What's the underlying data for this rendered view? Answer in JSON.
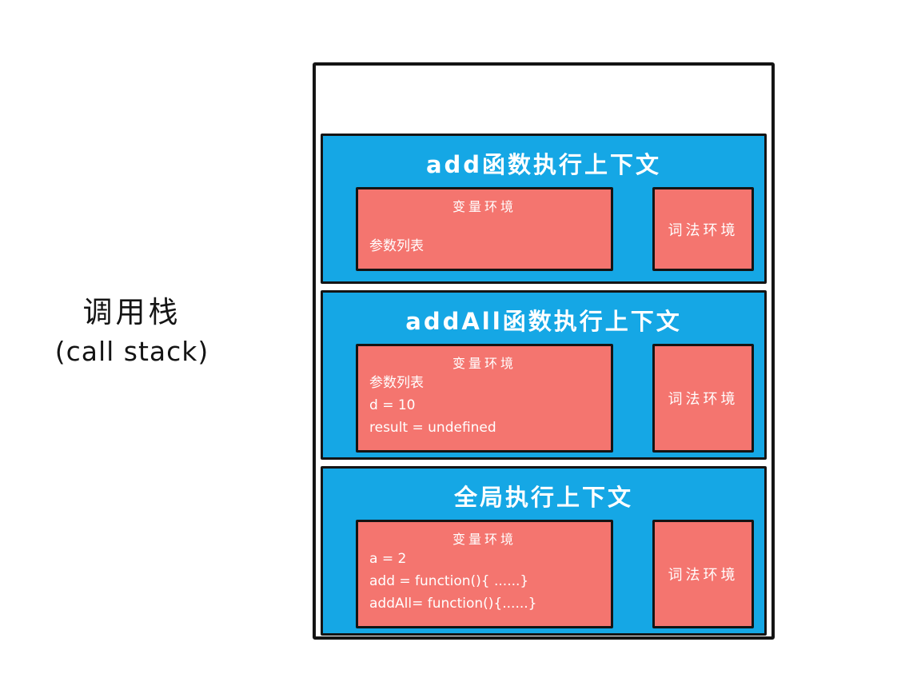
{
  "labels": {
    "stack_title_zh": "调用栈",
    "stack_title_en": "(call stack)"
  },
  "frames": [
    {
      "title": "add函数执行上下文",
      "variable_env": {
        "title": "变量环境",
        "lines": [
          "参数列表"
        ]
      },
      "lexical_env": "词法环境"
    },
    {
      "title": "addAll函数执行上下文",
      "variable_env": {
        "title": "变量环境",
        "lines": [
          "参数列表",
          "d = 10",
          "result = undefined"
        ]
      },
      "lexical_env": "词法环境"
    },
    {
      "title": "全局执行上下文",
      "variable_env": {
        "title": "变量环境",
        "lines": [
          "a = 2",
          "add = function(){ ......}",
          "addAll= function(){......}"
        ]
      },
      "lexical_env": "词法环境"
    }
  ],
  "colors": {
    "frame_blue": "#15a7e5",
    "box_red": "#f4756f",
    "ink": "#141414",
    "text_white": "#ffffff"
  }
}
